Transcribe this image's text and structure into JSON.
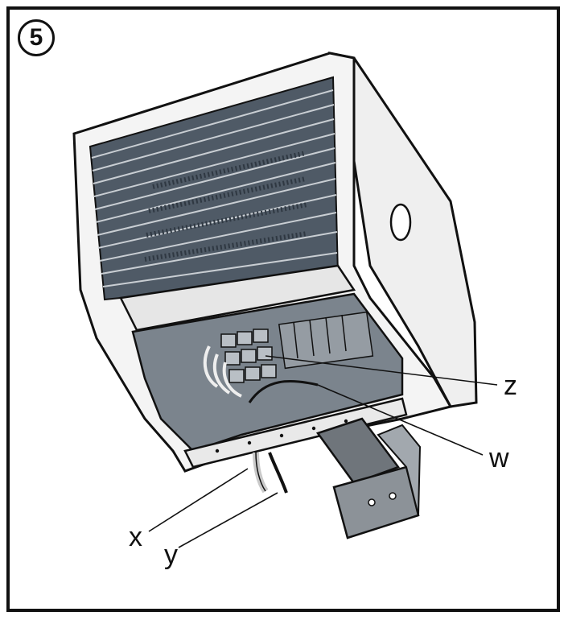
{
  "figure": {
    "step_number": "5",
    "callouts": {
      "z": "z",
      "w": "w",
      "x": "x",
      "y": "y"
    }
  },
  "colors": {
    "outline": "#111111",
    "housing": "#f4f4f4",
    "housing_shade": "#d9d9d9",
    "grille": "#4f5a66",
    "grille_dark": "#2f3842",
    "interior": "#7b848d",
    "bracket": "#6f757b"
  },
  "icons": [
    "step-number-badge",
    "heater-unit-illustration"
  ]
}
